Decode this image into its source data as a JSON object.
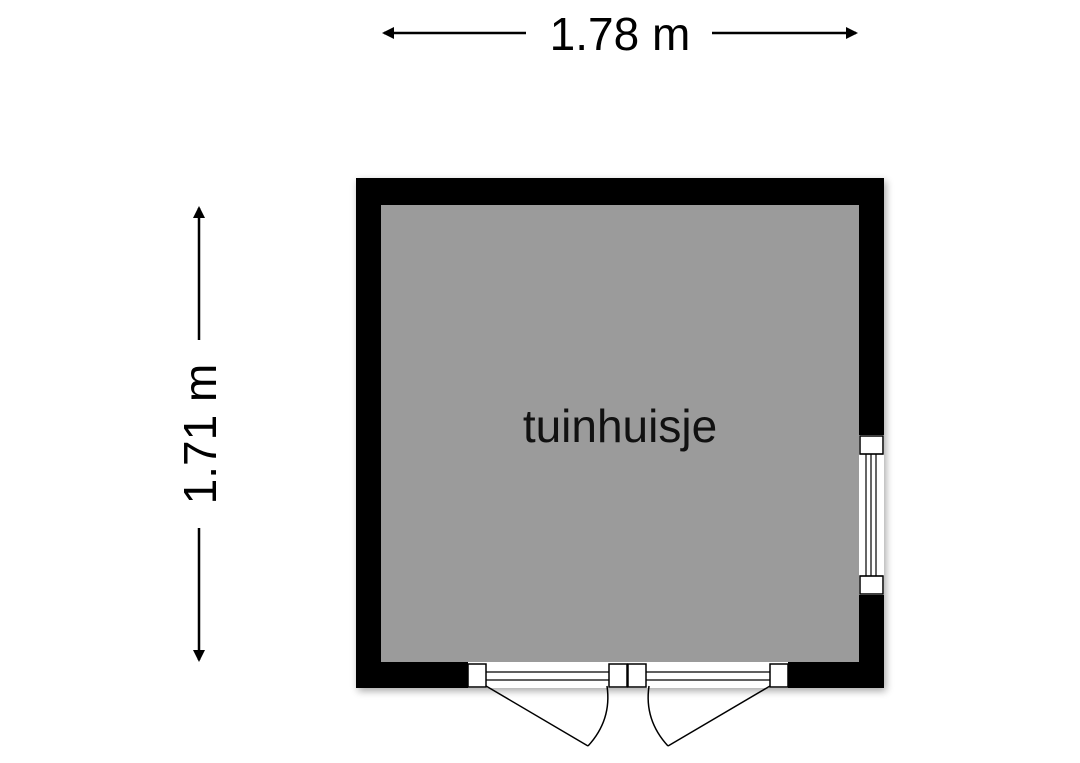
{
  "dimensions": {
    "width_label": "1.78 m",
    "height_label": "1.71 m"
  },
  "room": {
    "name": "tuinhuisje"
  },
  "colors": {
    "wall": "#000000",
    "floor": "#9b9b9b",
    "background": "#ffffff"
  }
}
